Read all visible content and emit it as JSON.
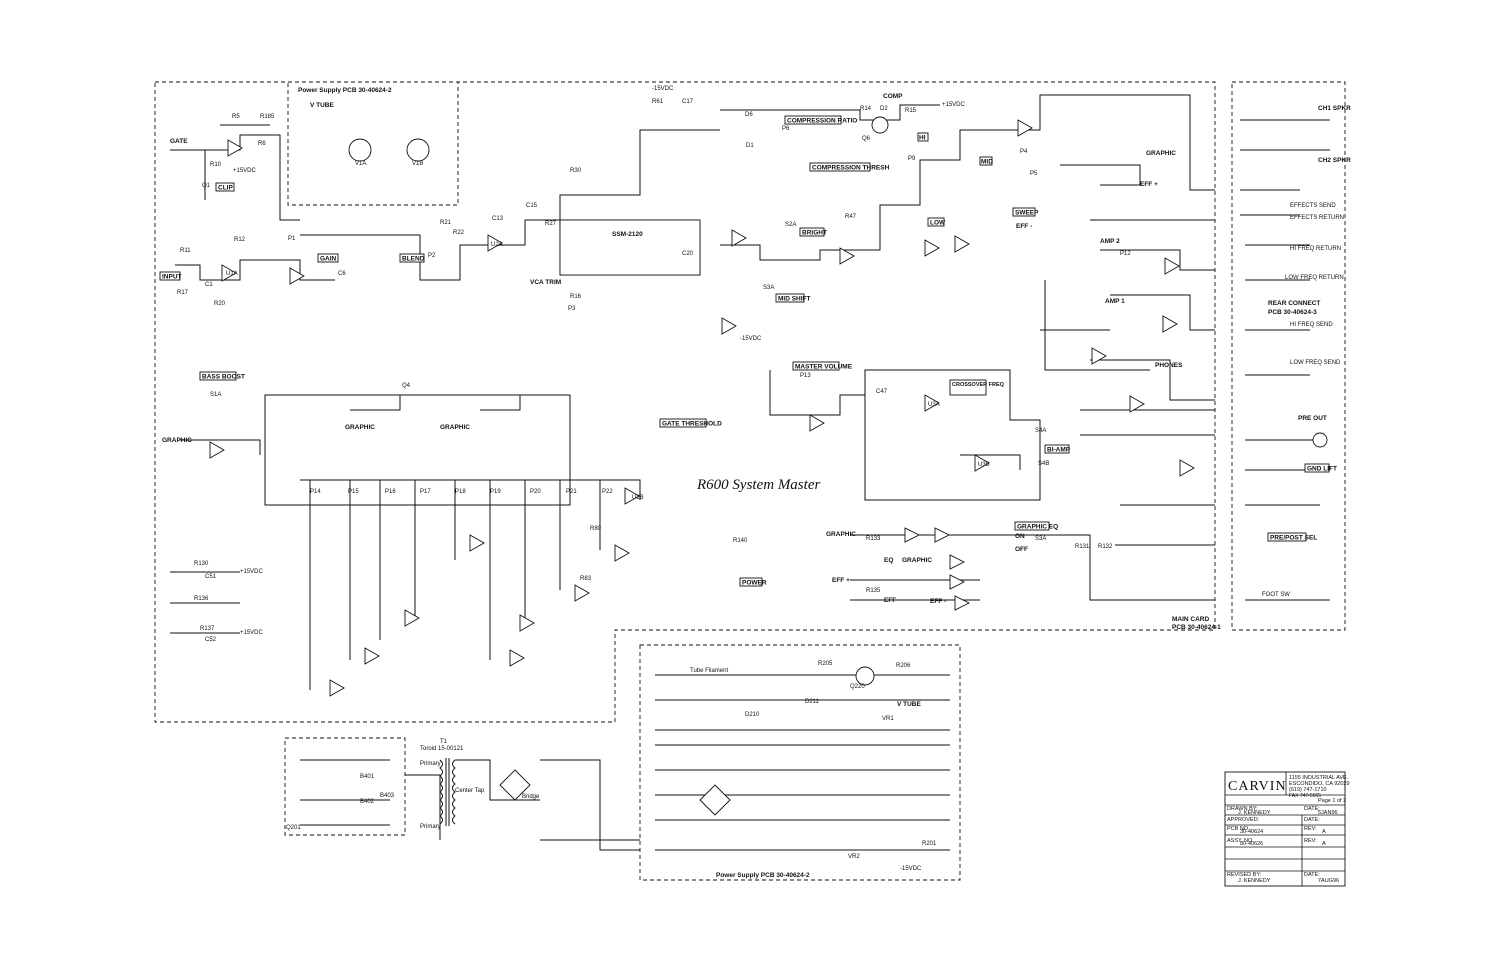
{
  "title": "R600 System Master",
  "boards": {
    "main_card": [
      "MAIN CARD",
      "PCB 30-40624-1"
    ],
    "power_supply": "Power Supply PCB   30-40624-2",
    "power_supply_top": "Power Supply PCB   30-40624-2",
    "rear_connect": [
      "REAR CONNECT",
      "PCB 30-40624-3"
    ]
  },
  "ic_labels": {
    "ssm2120": "SSM-2120",
    "vca_trim": "VCA TRIM"
  },
  "boxed_labels": {
    "clip": "CLIP",
    "gain": "GAIN",
    "blend": "BLEND",
    "input": "INPUT",
    "bass_boost": "BASS BOOST",
    "compression_ratio": "COMPRESSION RATIO",
    "compression_thresh": "COMPRESSION THRESH",
    "bright": "BRIGHT",
    "mid_shift": "MID SHIFT",
    "master_volume": "MASTER VOLUME",
    "gate_threshold": "GATE THRESHOLD",
    "crossover_freq": "CROSSOVER FREQ",
    "bi_amp": "BI-AMP",
    "graphic_eq": "GRAPHIC EQ",
    "power": "POWER",
    "sweep": "SWEEP",
    "mid": "MID",
    "low": "LOW",
    "hi": "HI",
    "gnd_lift": "GND LIFT",
    "pre_post_sel": "PRE/POST SEL"
  },
  "signal_labels": {
    "gate": "GATE",
    "graphic_left": "GRAPHIC",
    "graphic_mid1": "GRAPHIC",
    "graphic_mid2": "GRAPHIC",
    "graphic_right": "GRAPHIC",
    "graphic_eq_in": "GRAPHIC",
    "graphic_eq_out": "GRAPHIC",
    "eff_plus": "EFF +",
    "eff_minus": "EFF -",
    "eff_in": "EFF +",
    "eff_out": "EFF -",
    "eq": "EQ",
    "eff": "EFF",
    "v_tube": "V TUBE",
    "v_tube2": "V TUBE",
    "comp": "COMP",
    "amp1": "AMP 1",
    "amp2": "AMP 2",
    "phones": "PHONES",
    "hi_freq_return": "HI FREQ RETURN",
    "low_freq_return": "LOW FREQ RETURN",
    "hi_freq_send": "HI FREQ SEND",
    "low_freq_send": "LOW FREQ SEND",
    "effects_send": "EFFECTS SEND",
    "effects_return": "EFFECTS RETURN",
    "ch1_spkr": "CH1 SPKR",
    "ch2_spkr": "CH2 SPKR",
    "pre_out": "PRE OUT",
    "foot_sw": "FOOT SW",
    "bridge": "Bridge",
    "primary1": "Primary",
    "primary2": "Primary",
    "center_tap": "Center Tap",
    "tube_filament": "Tube Filament",
    "toroid": "Toroid 15-00121",
    "t1": "T1",
    "on": "ON",
    "off": "OFF",
    "p15vdc_1": "+15VDC",
    "p15vdc_2": "+15VDC",
    "m15vdc_1": "-15VDC",
    "p15vdc_3": "+15VDC",
    "m15vdc_2": "-15VDC",
    "p15vdc_4": "+15VDC",
    "m15vdc_3": "-15VDC"
  },
  "title_block": {
    "company": "CARVIN",
    "address": [
      "1155 INDUSTRIAL AVE.",
      "ESCONDIDO, CA  92029",
      "(619) 747-1710",
      "FAX 747-5665"
    ],
    "page": "Page 1 of 2",
    "drawn_by_label": "DRAWN BY:",
    "drawn_by": "J. KENNEDY",
    "date_label": "DATE:",
    "drawn_date": "5JAN96",
    "approved_label": "APPROVED:",
    "pcb_label": "PCB NO.",
    "pcb_no": "30-40624",
    "rev_label": "REV:",
    "pcb_rev": "A",
    "assy_label": "ASSY. NO.",
    "assy_no": "80-40626",
    "assy_rev": "A",
    "revised_label": "REVISED BY:",
    "revised_by": "J. KENNEDY",
    "revised_date": "7AUG96"
  },
  "components": {
    "r5": "R5",
    "r6": "R6",
    "r10": "R10",
    "r185": "R185",
    "c1": "C1",
    "c6": "C6",
    "r21": "R21",
    "r22": "R22",
    "c13": "C13",
    "r27": "R27",
    "c15": "C15",
    "r30": "R30",
    "r47": "R47",
    "r61": "R61",
    "c17": "C17",
    "r80": "R80",
    "r83": "R83",
    "c47": "C47",
    "r11": "R11",
    "r12": "R12",
    "r14": "R14",
    "r16": "R16",
    "r17": "R17",
    "r20": "R20",
    "r15": "R15",
    "c20": "C20",
    "d1": "D1",
    "d2": "D2",
    "d6": "D6",
    "q1": "Q1",
    "q4": "Q4",
    "q6": "Q6",
    "u1a": "U1A",
    "u2a": "U2A",
    "u2b": "U2B",
    "u3a": "U3A",
    "u3b": "U3B",
    "v1a": "V1A",
    "v1b": "V1B",
    "p1": "P1",
    "p2": "P2",
    "p3": "P3",
    "p4": "P4",
    "p5": "P5",
    "p6": "P6",
    "p9": "P9",
    "p12": "P12",
    "p13": "P13",
    "p14": "P14",
    "p15": "P15",
    "p16": "P16",
    "p17": "P17",
    "p18": "P18",
    "p19": "P19",
    "p20": "P20",
    "p21": "P21",
    "p22": "P22",
    "s1a": "S1A",
    "s2a": "S2A",
    "s3a": "S3A",
    "s4a": "S4A",
    "s4b": "S4B",
    "r130": "R130",
    "r136": "R136",
    "r137": "R137",
    "r140": "R140",
    "r131": "R131",
    "r132": "R132",
    "r135": "R135",
    "r133": "R133",
    "c51": "C51",
    "c52": "C52",
    "d210": "D210",
    "d211": "D211",
    "vr1": "VR1",
    "vr2": "VR2",
    "q220": "Q220",
    "q201": "Q201",
    "r201": "R201",
    "r205": "R205",
    "r206": "R206",
    "b401": "B401",
    "b402": "B402",
    "b403": "B403"
  }
}
